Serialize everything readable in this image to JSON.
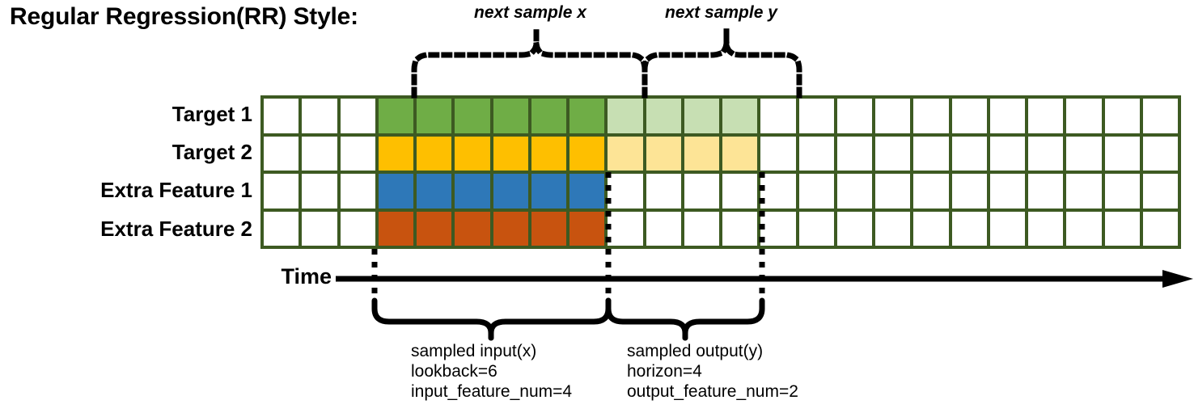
{
  "title": "Regular Regression(RR) Style:",
  "row_labels": [
    "Target 1",
    "Target 2",
    "Extra Feature 1",
    "Extra Feature 2"
  ],
  "time_axis": {
    "label": "Time"
  },
  "top_annotations": [
    {
      "id": "next-sample-x",
      "text": "next sample x"
    },
    {
      "id": "next-sample-y",
      "text": "next sample y"
    }
  ],
  "bottom_annotations": {
    "input": {
      "line1": "sampled input(x)",
      "line2": "lookback=6",
      "line3": "input_feature_num=4"
    },
    "output": {
      "line1": "sampled output(y)",
      "line2": "horizon=4",
      "line3": "output_feature_num=2"
    }
  },
  "colors": {
    "grid_border": "#3d5a22",
    "target1": "#6fad46",
    "target1_faded": "#c7dfb3",
    "target2": "#febf00",
    "target2_faded": "#fde496",
    "extra1": "#2e78b8",
    "extra2": "#c8530f",
    "empty": "#ffffff",
    "axis": "#000000"
  },
  "grid": {
    "columns": 24,
    "rows": 4,
    "lead_empty_columns": 3,
    "input_columns": 6,
    "output_columns": 4,
    "trail_empty_columns": 11,
    "cell_classes": [
      [
        "cell",
        "cell",
        "cell",
        "c-green",
        "c-green",
        "c-green",
        "c-green",
        "c-green",
        "c-green",
        "c-greenl",
        "c-greenl",
        "c-greenl",
        "c-greenl",
        "cell",
        "cell",
        "cell",
        "cell",
        "cell",
        "cell",
        "cell",
        "cell",
        "cell",
        "cell",
        "cell"
      ],
      [
        "cell",
        "cell",
        "cell",
        "c-yellow",
        "c-yellow",
        "c-yellow",
        "c-yellow",
        "c-yellow",
        "c-yellow",
        "c-yellowl",
        "c-yellowl",
        "c-yellowl",
        "c-yellowl",
        "cell",
        "cell",
        "cell",
        "cell",
        "cell",
        "cell",
        "cell",
        "cell",
        "cell",
        "cell",
        "cell"
      ],
      [
        "cell",
        "cell",
        "cell",
        "c-blue",
        "c-blue",
        "c-blue",
        "c-blue",
        "c-blue",
        "c-blue",
        "cell",
        "cell",
        "cell",
        "cell",
        "cell",
        "cell",
        "cell",
        "cell",
        "cell",
        "cell",
        "cell",
        "cell",
        "cell",
        "cell",
        "cell"
      ],
      [
        "cell",
        "cell",
        "cell",
        "c-orange",
        "c-orange",
        "c-orange",
        "c-orange",
        "c-orange",
        "c-orange",
        "cell",
        "cell",
        "cell",
        "cell",
        "cell",
        "cell",
        "cell",
        "cell",
        "cell",
        "cell",
        "cell",
        "cell",
        "cell",
        "cell",
        "cell"
      ]
    ]
  }
}
